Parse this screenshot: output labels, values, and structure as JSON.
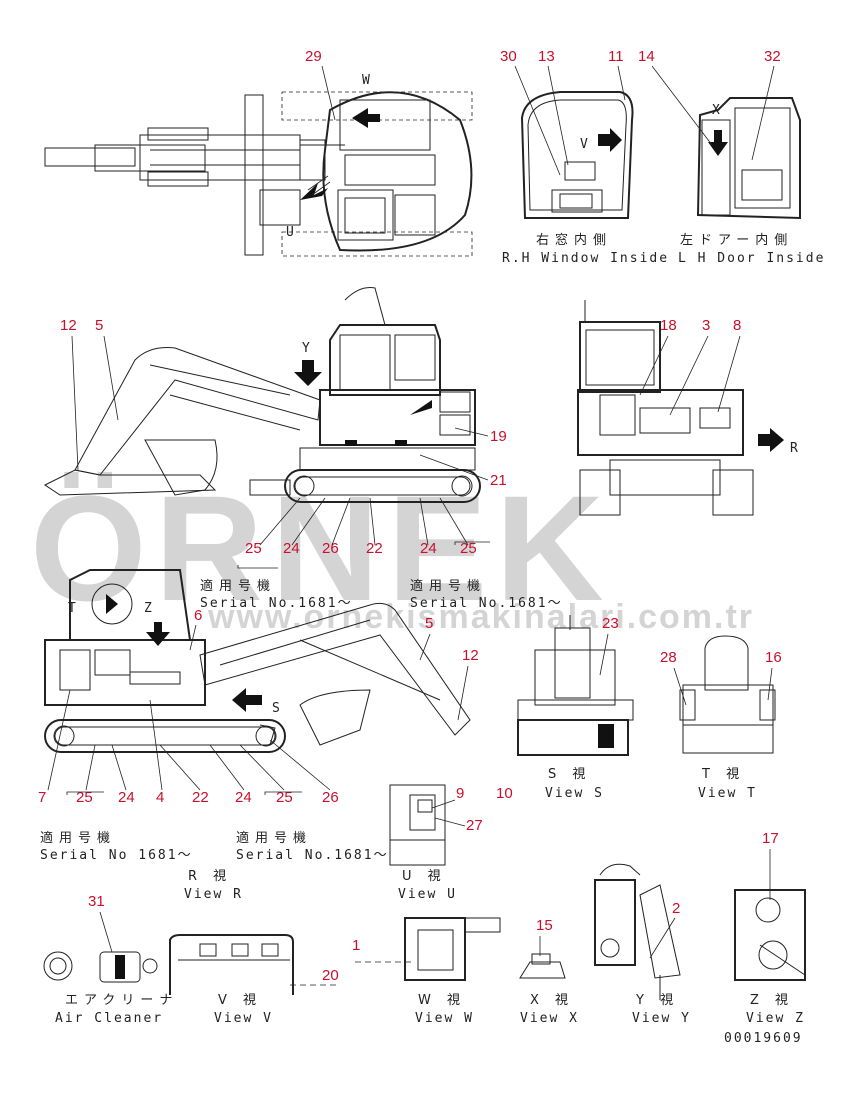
{
  "watermark": {
    "main": "ÖRNEK",
    "url": "www.ornekismakinalari.com.tr"
  },
  "callouts": [
    "29",
    "30",
    "13",
    "11",
    "14",
    "32",
    "12",
    "5",
    "18",
    "3",
    "8",
    "19",
    "21",
    "25",
    "24",
    "26",
    "22",
    "24",
    "25",
    "6",
    "5",
    "12",
    "23",
    "28",
    "16",
    "7",
    "25",
    "24",
    "4",
    "22",
    "24",
    "25",
    "26",
    "9",
    "10",
    "27",
    "17",
    "15",
    "2",
    "1",
    "20",
    "31"
  ],
  "view_letters": {
    "W": "W",
    "U": "U",
    "V": "V",
    "X": "X",
    "Y": "Y",
    "R": "R",
    "S": "S",
    "T": "T",
    "Z": "Z"
  },
  "labels": {
    "rh_window_jp": "右窓内側",
    "rh_window_en": "R.H  Window Inside",
    "lh_door_jp": "左ドアー内側",
    "lh_door_en": "L H  Door Inside",
    "serial_jp": "適用号機",
    "serial_a": "Serial No.1681～",
    "serial_b": "Serial No 1681～",
    "serial_c": "Serial No.1681～",
    "serial_d": "Serial No.1681～",
    "view_s_jp": "S 視",
    "view_s_en": "View S",
    "view_t_jp": "T 視",
    "view_t_en": "View T",
    "view_r_jp": "R 視",
    "view_r_en": "View R",
    "view_u_jp": "U 視",
    "view_u_en": "View U",
    "air_cleaner_jp": "エアクリーナ",
    "air_cleaner_en": "Air Cleaner",
    "view_v_jp": "V 視",
    "view_v_en": "View V",
    "view_w_jp": "W 視",
    "view_w_en": "View W",
    "view_x_jp": "X 視",
    "view_x_en": "View X",
    "view_y_jp": "Y 視",
    "view_y_en": "View Y",
    "view_z_jp": "Z 視",
    "view_z_en": "View Z",
    "drawing_no": "00019609"
  }
}
